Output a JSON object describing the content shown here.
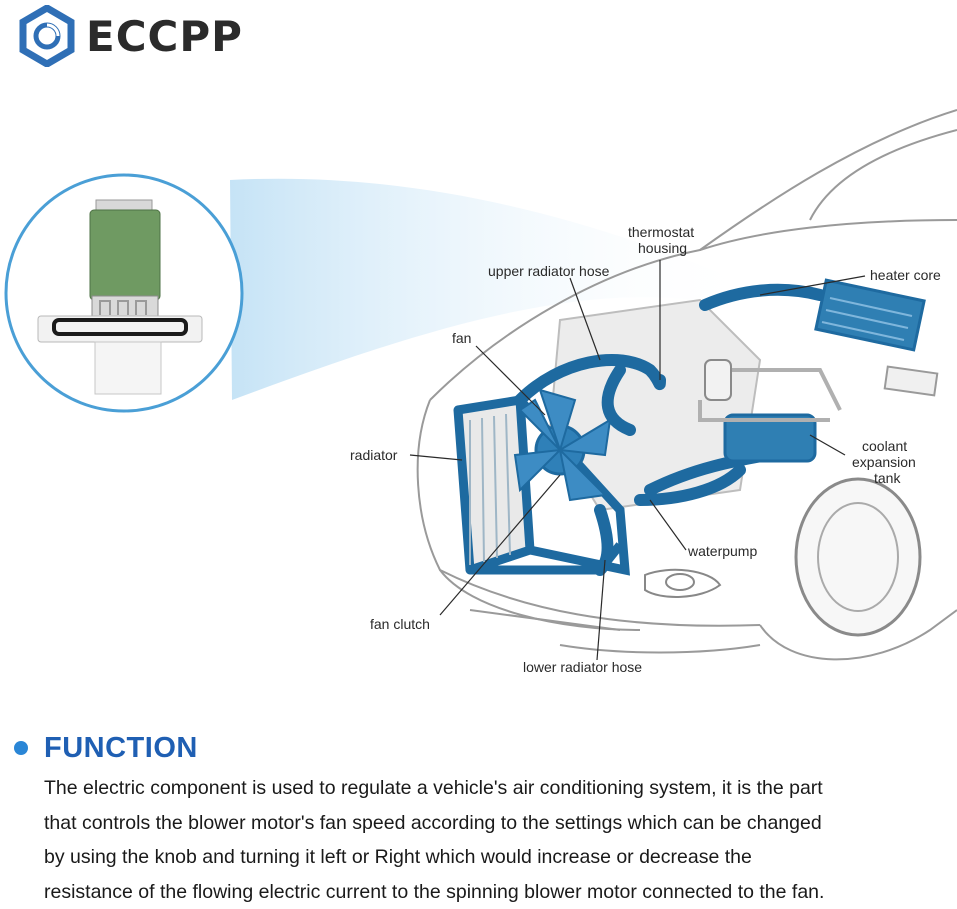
{
  "brand": {
    "name": "ECCPP",
    "logo_icon": "eccpp-logo-icon",
    "logo_color": "#2f6fb6"
  },
  "diagram": {
    "labels": {
      "thermostat_housing_1": "thermostat",
      "thermostat_housing_2": "housing",
      "upper_radiator_hose": "upper radiator hose",
      "heater_core": "heater core",
      "fan": "fan",
      "radiator": "radiator",
      "coolant_1": "coolant",
      "coolant_2": "expansion",
      "coolant_3": "tank",
      "waterpump": "waterpump",
      "fan_clutch": "fan clutch",
      "lower_radiator_hose": "lower radiator hose"
    },
    "colors": {
      "coolant_blue": "#1e6aa0",
      "pcb_green": "#6f9a62",
      "circle_border": "#4a9fd6"
    }
  },
  "function": {
    "title": "FUNCTION",
    "lines": [
      "The electric component is used to regulate a vehicle's air conditioning system, it is the part",
      "that controls the blower motor's fan speed according to the settings which can be changed",
      "by using the knob and turning it left or Right which would increase or decrease the",
      "resistance of the flowing electric current to the spinning blower motor connected to the fan."
    ]
  }
}
